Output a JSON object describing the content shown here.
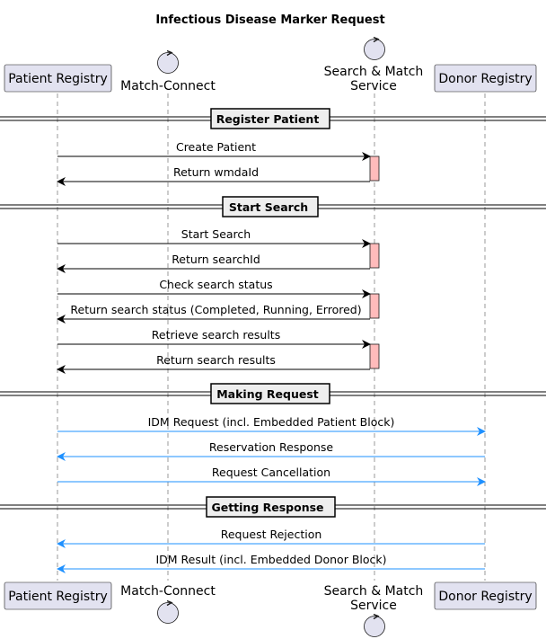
{
  "diagram": {
    "title": "Infectious Disease Marker Request",
    "participants": {
      "patient_registry": {
        "label": "Patient Registry",
        "type": "box"
      },
      "match_connect": {
        "label": "Match-Connect",
        "type": "control"
      },
      "search_match": {
        "line1": "Search & Match",
        "line2": "Service",
        "type": "control"
      },
      "donor_registry": {
        "label": "Donor Registry",
        "type": "box"
      }
    },
    "dividers": {
      "register_patient": "Register Patient",
      "start_search": "Start Search",
      "making_request": "Making Request",
      "getting_response": "Getting Response"
    },
    "messages": [
      {
        "label": "Create Patient",
        "from": "patient_registry",
        "to": "search_match",
        "color": "#000000",
        "style": "solid"
      },
      {
        "label": "Return wmdaId",
        "from": "search_match",
        "to": "patient_registry",
        "color": "#000000",
        "style": "solid"
      },
      {
        "label": "Start Search",
        "from": "patient_registry",
        "to": "search_match",
        "color": "#000000",
        "style": "solid"
      },
      {
        "label": "Return searchId",
        "from": "search_match",
        "to": "patient_registry",
        "color": "#000000",
        "style": "solid"
      },
      {
        "label": "Check search status",
        "from": "patient_registry",
        "to": "search_match",
        "color": "#000000",
        "style": "solid"
      },
      {
        "label": "Return search status (Completed, Running, Errored)",
        "from": "search_match",
        "to": "patient_registry",
        "color": "#000000",
        "style": "solid"
      },
      {
        "label": "Retrieve search results",
        "from": "patient_registry",
        "to": "search_match",
        "color": "#000000",
        "style": "solid"
      },
      {
        "label": "Return search results",
        "from": "search_match",
        "to": "patient_registry",
        "color": "#000000",
        "style": "solid"
      },
      {
        "label": "IDM Request (incl. Embedded Patient Block)",
        "from": "patient_registry",
        "to": "donor_registry",
        "color": "#1e90ff",
        "style": "solid"
      },
      {
        "label": "Reservation Response",
        "from": "donor_registry",
        "to": "patient_registry",
        "color": "#1e90ff",
        "style": "solid"
      },
      {
        "label": "Request Cancellation",
        "from": "patient_registry",
        "to": "donor_registry",
        "color": "#1e90ff",
        "style": "solid"
      },
      {
        "label": "Request Rejection",
        "from": "donor_registry",
        "to": "patient_registry",
        "color": "#1e90ff",
        "style": "solid"
      },
      {
        "label": "IDM Result (incl. Embedded Donor Block)",
        "from": "donor_registry",
        "to": "patient_registry",
        "color": "#1e90ff",
        "style": "solid"
      }
    ],
    "colors": {
      "participant_fill": "#e2e2f0",
      "activation_fill": "#ffbbbb",
      "async_arrow": "#1e90ff",
      "sync_arrow": "#000000"
    }
  }
}
